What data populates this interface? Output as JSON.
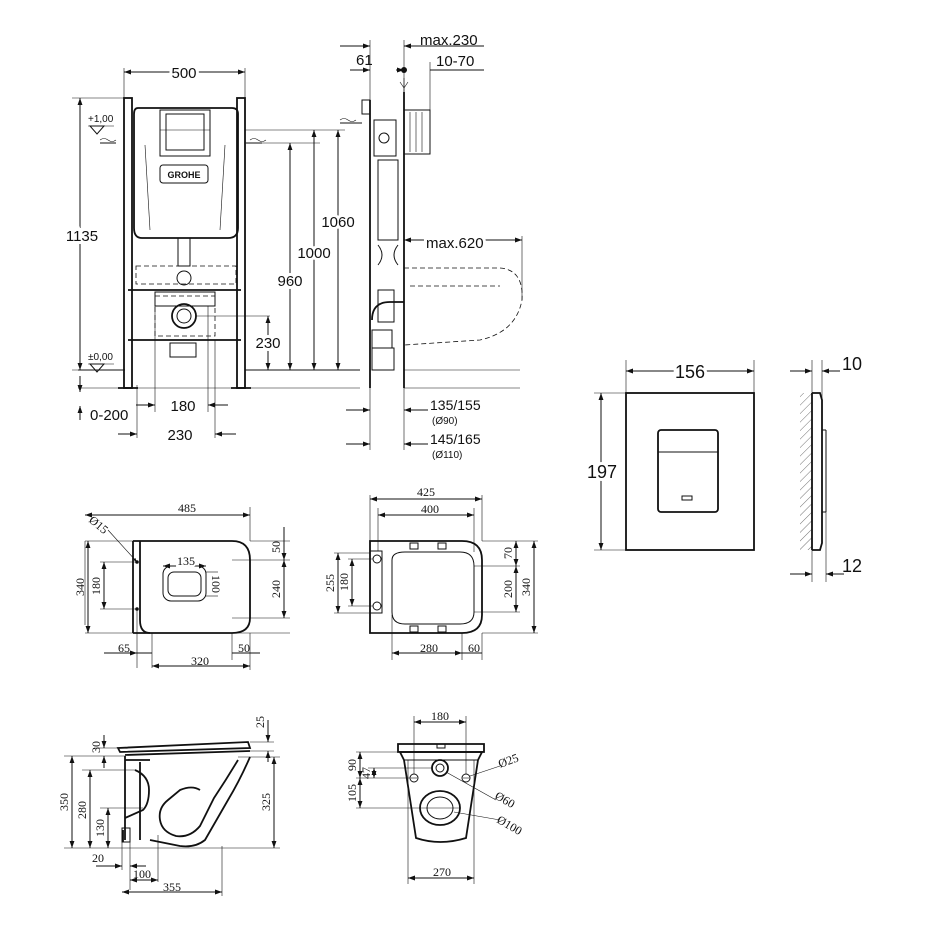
{
  "colors": {
    "ink": "#111111",
    "background": "#ffffff"
  },
  "brand": {
    "logo_text": "GROHE"
  },
  "frame_view": {
    "dims": {
      "width_500": "500",
      "height_1135": "1135",
      "level_top": "+1,00",
      "level_zero": "±0,00",
      "h_1060": "1060",
      "h_1000": "1000",
      "h_960": "960",
      "h_230": "230",
      "floor_0_200": "0-200",
      "w_180": "180",
      "w_230": "230"
    }
  },
  "side_view": {
    "dims": {
      "max_230": "max.230",
      "d_61": "61",
      "d_10_70": "10-70",
      "max_620": "max.620",
      "d_135_155": "135/155",
      "d_o90": "(Ø90)",
      "d_145_165": "145/165",
      "d_o110": "(Ø110)"
    }
  },
  "flush_plate": {
    "dims": {
      "width": "156",
      "height": "197",
      "depth_top": "10",
      "depth_bottom": "12"
    }
  },
  "bowl_top": {
    "dims": {
      "length_485": "485",
      "hole_o15": "Ø15",
      "d_135": "135",
      "d_100": "100",
      "d_340": "340",
      "d_180": "180",
      "d_240": "240",
      "d_50_top": "50",
      "d_50_bottom": "50",
      "d_65": "65",
      "d_320": "320"
    }
  },
  "seat_top": {
    "dims": {
      "d_425": "425",
      "d_400": "400",
      "d_255": "255",
      "d_180": "180",
      "d_70": "70",
      "d_200": "200",
      "d_340": "340",
      "d_280": "280",
      "d_60": "60"
    }
  },
  "bowl_side": {
    "dims": {
      "d_25": "25",
      "d_30": "30",
      "d_350": "350",
      "d_280": "280",
      "d_130": "130",
      "d_325": "325",
      "d_20": "20",
      "d_100": "100",
      "d_355": "355"
    }
  },
  "bowl_rear": {
    "dims": {
      "d_180": "180",
      "d_90": "90",
      "d_47": "47",
      "d_105": "105",
      "d_o25": "Ø25",
      "d_o60": "Ø60",
      "d_o100": "Ø100",
      "d_270": "270"
    }
  }
}
